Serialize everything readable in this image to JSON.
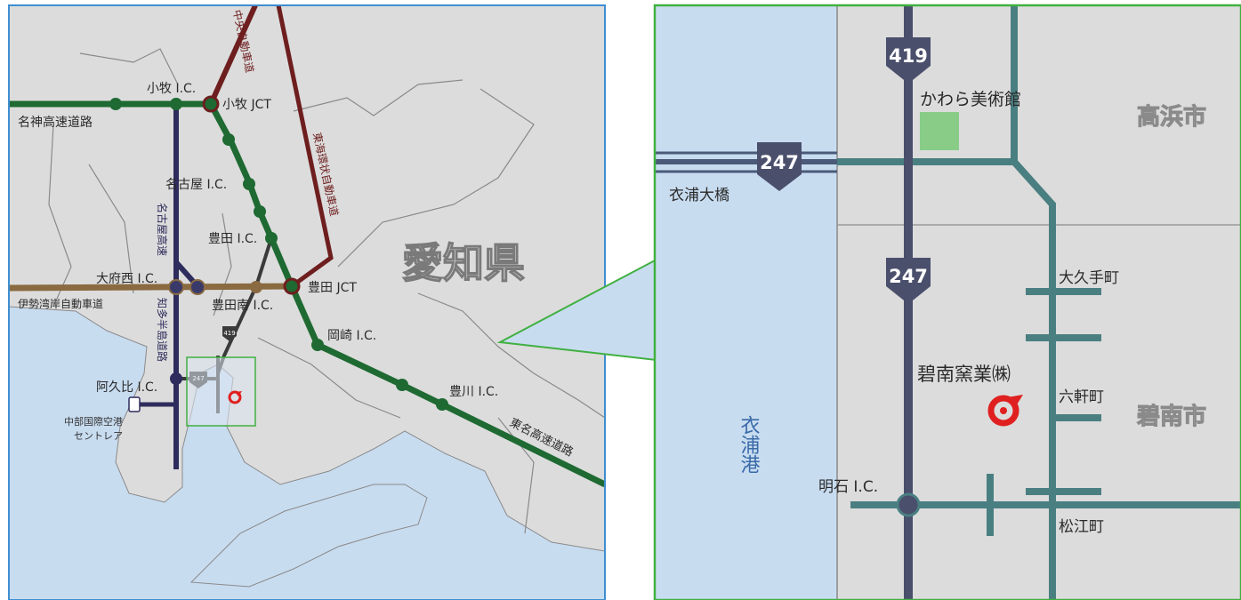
{
  "colors": {
    "land": "#dcdcdc",
    "sea": "#c8dcf0",
    "border_blue": "#3f8ed0",
    "border_green": "#40b040",
    "expressway_green": "#1e6a32",
    "chuo_red": "#6e1e1e",
    "nagoya_highway": "#2e2c5c",
    "isewan_brown": "#8a6a40",
    "route_steel": "#4a7f82",
    "route_247": "#4a4f6c",
    "logo_red": "#e02020",
    "museum_green": "#88cc88"
  },
  "overview": {
    "prefecture": "愛知県",
    "labels": {
      "meishin": "名神高速道路",
      "komaki_ic": "小牧 I.C.",
      "komaki_jct": "小牧 JCT",
      "chuo": "中央自動車道",
      "tokai_kanjo": "東海環状自動車道",
      "nagoya_ic": "名古屋 I.C.",
      "nagoya_expressway": "名古屋高速",
      "toyota_ic": "豊田 I.C.",
      "obu_nishi_ic": "大府西 I.C.",
      "isewan": "伊勢湾岸自動車道",
      "toyota_minami_ic": "豊田南 I.C.",
      "toyota_jct": "豊田 JCT",
      "chita_hanto": "知多半島道路",
      "okazaki_ic": "岡崎 I.C.",
      "akuhi_ic": "阿久比 I.C.",
      "toyokawa_ic": "豊川 I.C.",
      "tomei": "東名高速道路",
      "centrair_1": "中部国際空港",
      "centrair_2": "セントレア",
      "route_247_badge": "247",
      "route_419_badge": "419"
    }
  },
  "detail": {
    "labels": {
      "route_419": "419",
      "route_247_h": "247",
      "route_247_v": "247",
      "kawara_museum": "かわら美術館",
      "takahama": "高浜市",
      "kinuura_ohashi": "衣浦大橋",
      "okute_cho": "大久手町",
      "company": "碧南窯業㈱",
      "rokken_cho": "六軒町",
      "hekinan": "碧南市",
      "kinuura_port": "衣浦港",
      "akashi_ic": "明石 I.C.",
      "matsue_cho": "松江町"
    }
  }
}
